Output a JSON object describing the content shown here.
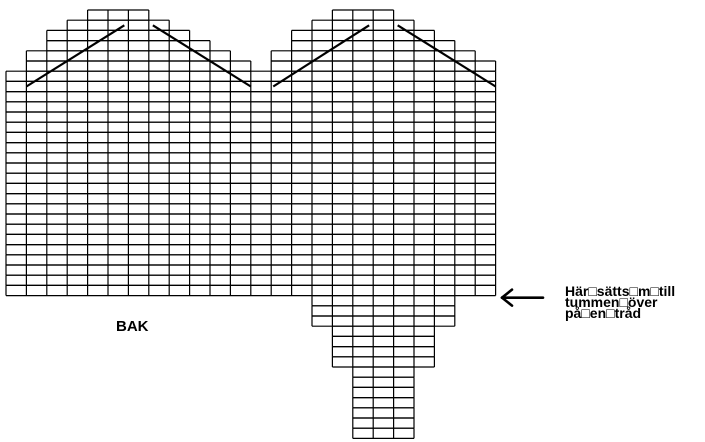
{
  "labels": {
    "back": "BAK",
    "note_lines": [
      "Här□sätts□m□till",
      "tummen□över",
      "på□en□tråd"
    ]
  },
  "icons": {
    "arrow": "arrow-left-icon"
  },
  "colors": {
    "line": "#000000",
    "background": "#ffffff"
  }
}
